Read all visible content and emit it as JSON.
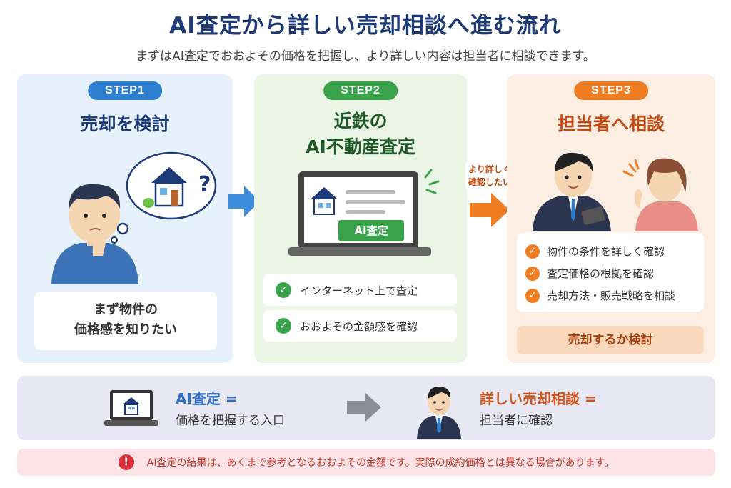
{
  "header": {
    "title": "AI査定から詳しい売却相談へ進む流れ",
    "subtitle": "まずはAI査定でおおよその価格を把握し、より詳しい内容は担当者に相談できます。"
  },
  "steps": [
    {
      "badge": "STEP1",
      "title": "売却を検討",
      "note_line1": "まず物件の",
      "note_line2": "価格感を知りたい"
    },
    {
      "badge": "STEP2",
      "title_line1": "近鉄の",
      "title_line2": "AI不動産査定",
      "screen_label": "AI査定",
      "checks": [
        "インターネット上で査定",
        "おおよその金額感を確認"
      ]
    },
    {
      "badge": "STEP3",
      "title": "担当者へ相談",
      "checks": [
        "物件の条件を詳しく確認",
        "査定価格の根拠を確認",
        "売却方法・販売戦略を相談"
      ],
      "result": "売却するか検討"
    }
  ],
  "arrow_label_line1": "より詳しく",
  "arrow_label_line2": "確認したい",
  "summary": {
    "left_title": "AI査定 =",
    "left_sub": "価格を把握する入口",
    "right_title": "詳しい売却相談 =",
    "right_sub": "担当者に確認"
  },
  "warning": "AI査定の結果は、あくまで参考となるおおよその金額です。実際の成約価格とは異なる場合があります。",
  "colors": {
    "navy": "#1d3a78",
    "blue": "#2f7fd0",
    "green": "#3aa24a",
    "orange": "#ef7d22",
    "red": "#d9313b"
  }
}
